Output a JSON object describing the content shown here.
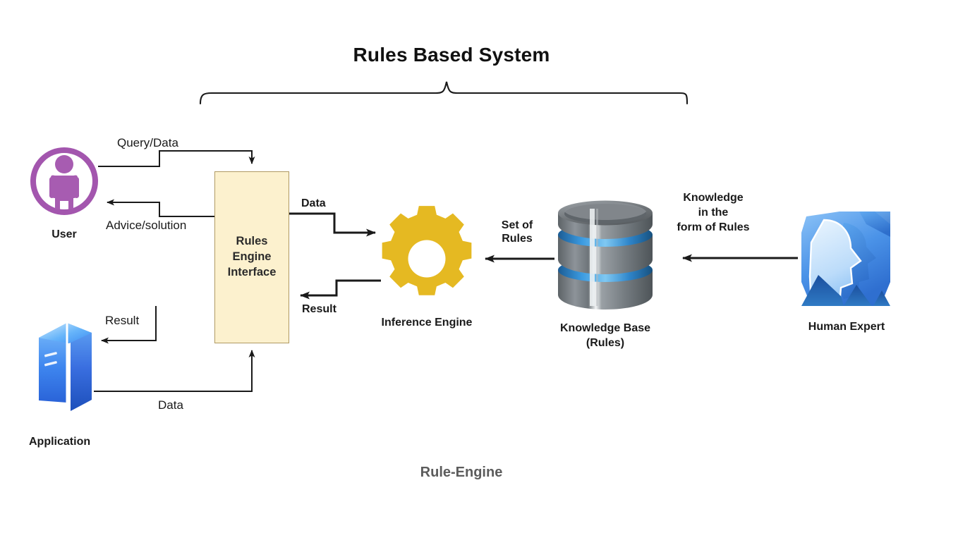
{
  "diagram": {
    "title": "Rules Based System",
    "caption": "Rule-Engine",
    "colors": {
      "user_purple": "#a356ae",
      "box_fill": "#fcf1ce",
      "box_border": "#b09a63",
      "gear_yellow": "#e5b922",
      "db_gray": "#7c8287",
      "db_blue": "#2d8fd5",
      "expert_blue": "#2f7fd4",
      "app_blue": "#2a6ee0",
      "line_black": "#1a1a1a",
      "caption_gray": "#5c5c5c"
    },
    "nodes": [
      {
        "id": "user",
        "label": "User",
        "icon": "user-circle-icon"
      },
      {
        "id": "rules_engine_interface",
        "label": "Rules\nEngine\nInterface",
        "icon": "process-box"
      },
      {
        "id": "inference_engine",
        "label": "Inference Engine",
        "icon": "gear-icon"
      },
      {
        "id": "knowledge_base",
        "label": "Knowledge Base\n(Rules)",
        "icon": "database-icon"
      },
      {
        "id": "human_expert",
        "label": "Human Expert",
        "icon": "human-expert-icon"
      },
      {
        "id": "application",
        "label": "Application",
        "icon": "server-icon"
      }
    ],
    "node_labels": {
      "user": "User",
      "rules_engine_interface": "Rules\nEngine\nInterface",
      "inference_engine": "Inference Engine",
      "knowledge_base_line1": "Knowledge Base",
      "knowledge_base_line2": "(Rules)",
      "human_expert": "Human Expert",
      "application": "Application"
    },
    "edges": [
      {
        "id": "query_data",
        "label": "Query/Data",
        "from": "user",
        "to": "rules_engine_interface",
        "style": "plain"
      },
      {
        "id": "advice_solution",
        "label": "Advice/solution",
        "from": "rules_engine_interface",
        "to": "user",
        "style": "plain"
      },
      {
        "id": "data_to_engine",
        "label": "Data",
        "from": "rules_engine_interface",
        "to": "inference_engine",
        "style": "bold"
      },
      {
        "id": "result_from_engine",
        "label": "Result",
        "from": "inference_engine",
        "to": "rules_engine_interface",
        "style": "bold"
      },
      {
        "id": "set_of_rules",
        "label": "Set of\nRules",
        "from": "knowledge_base",
        "to": "inference_engine",
        "style": "bold"
      },
      {
        "id": "knowledge_rules",
        "label": "Knowledge\nin the\nform of Rules",
        "from": "human_expert",
        "to": "knowledge_base",
        "style": "bold"
      },
      {
        "id": "result_to_app",
        "label": "Result",
        "from": "rules_engine_interface",
        "to": "application",
        "style": "plain"
      },
      {
        "id": "data_from_app",
        "label": "Data",
        "from": "application",
        "to": "rules_engine_interface",
        "style": "plain"
      }
    ],
    "edge_labels": {
      "query_data": "Query/Data",
      "advice_solution": "Advice/solution",
      "data_to_engine": "Data",
      "result_from_engine": "Result",
      "set_of_rules_line1": "Set of",
      "set_of_rules_line2": "Rules",
      "knowledge_line1": "Knowledge",
      "knowledge_line2": "in the",
      "knowledge_line3": "form of Rules",
      "result_to_app": "Result",
      "data_from_app": "Data"
    },
    "bracket": {
      "name": "system-scope-brace",
      "spans": [
        "rules_engine_interface",
        "inference_engine",
        "knowledge_base"
      ]
    }
  }
}
